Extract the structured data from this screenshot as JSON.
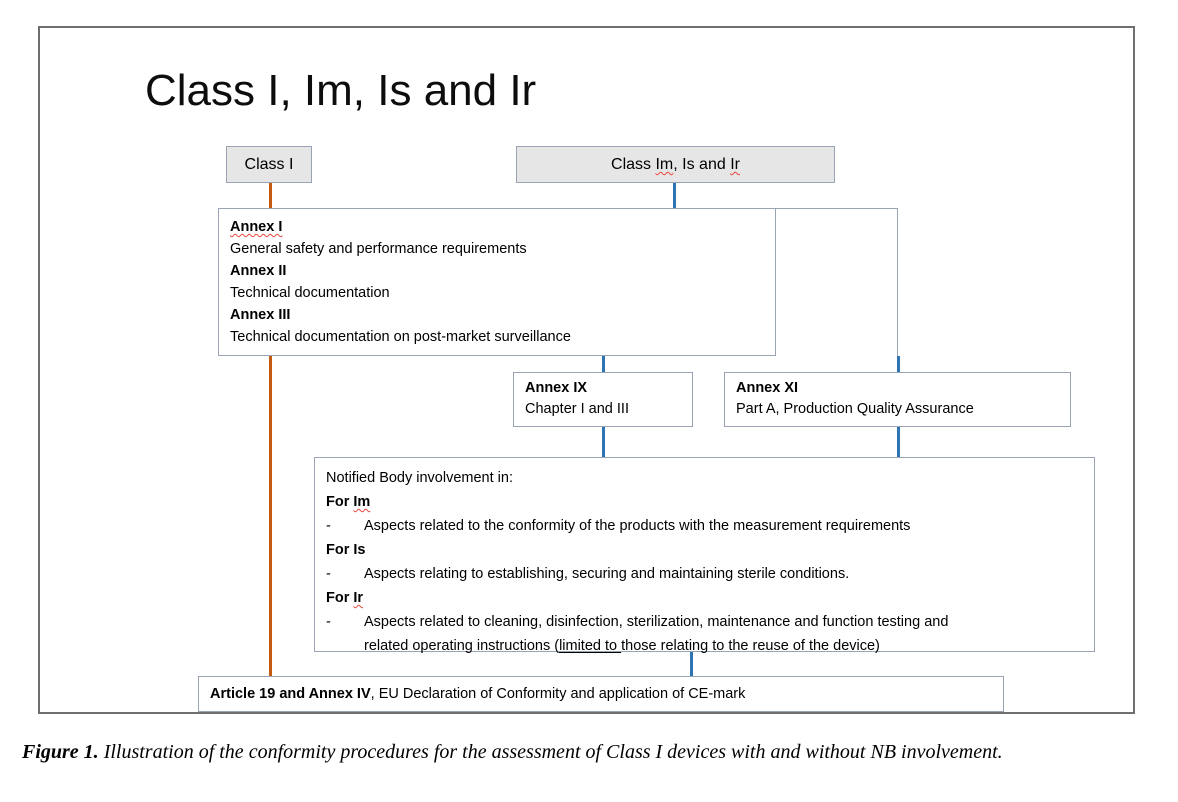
{
  "figure": {
    "title": "Class I, Im, Is and Ir",
    "caption_label": "Figure 1.",
    "caption_text": " Illustration of the conformity procedures for the assessment of Class I devices with and without NB involvement."
  },
  "colors": {
    "frame_border": "#6e6e6e",
    "box_border": "#9aa4b4",
    "box_shaded_fill": "#e6e6e6",
    "connector_blue": "#2e75b6",
    "connector_orange": "#c55a11",
    "spellcheck_underline": "#e8453c"
  },
  "nodes": {
    "class_i": {
      "label": "Class I"
    },
    "class_im_is_ir": {
      "label": "Class Im, Is and Ir"
    },
    "annex_group": {
      "rows": [
        {
          "head": "Annex I",
          "body": "General safety and performance requirements"
        },
        {
          "head": "Annex II",
          "body": "Technical documentation"
        },
        {
          "head": "Annex III",
          "body": "Technical documentation on post-market surveillance"
        }
      ]
    },
    "annex_ix": {
      "head": "Annex IX",
      "body": "Chapter I and III"
    },
    "annex_xi": {
      "head": "Annex XI",
      "body": "Part A, Production Quality Assurance"
    },
    "notified_body": {
      "intro": "Notified Body involvement in:",
      "groups": [
        {
          "head": "For Im",
          "dash": "-",
          "text": "Aspects related to the conformity of the products with the measurement requirements",
          "cont": ""
        },
        {
          "head": "For Is",
          "dash": "-",
          "text": "Aspects relating to establishing, securing and maintaining sterile conditions.",
          "cont": ""
        },
        {
          "head": "For Ir",
          "dash": "-",
          "text": "Aspects related to cleaning, disinfection, sterilization, maintenance and function testing and",
          "cont_pre": "related operating instructions (",
          "cont_ul": "limited to ",
          "cont_post": "those relating to the reuse of the device)"
        }
      ]
    },
    "article_19": {
      "bold": "Article 19 and Annex IV",
      "rest": ", EU Declaration of Conformity and application of CE-mark"
    }
  },
  "connectors": [
    {
      "name": "class-i-to-annex-group",
      "color": "#c55a11"
    },
    {
      "name": "class-im-to-annex-group",
      "color": "#2e75b6"
    },
    {
      "name": "annex-group-to-annex-ix",
      "color": "#2e75b6"
    },
    {
      "name": "annex-group-to-annex-xi",
      "color": "#2e75b6"
    },
    {
      "name": "annex-ix-to-notified-body",
      "color": "#2e75b6"
    },
    {
      "name": "annex-xi-to-notified-body",
      "color": "#2e75b6"
    },
    {
      "name": "class-i-to-article-19",
      "color": "#c55a11"
    },
    {
      "name": "notified-body-to-article-19",
      "color": "#2e75b6"
    }
  ]
}
